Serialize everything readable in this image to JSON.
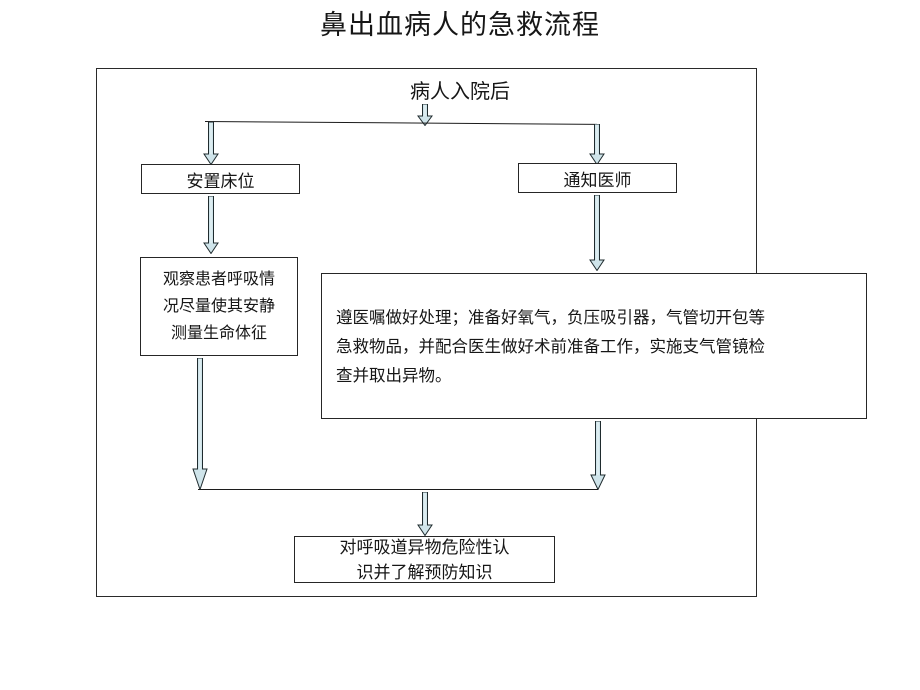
{
  "title": "鼻出血病人的急救流程",
  "flow": {
    "entry": {
      "label": "病人入院后"
    },
    "nodes": [
      {
        "id": "bed",
        "label": "安置床位"
      },
      {
        "id": "notify",
        "label": "通知医师"
      },
      {
        "id": "observe",
        "label": "观察患者呼吸情\n况尽量使其安静\n测量生命体征"
      },
      {
        "id": "orders",
        "label": "遵医嘱做好处理；准备好氧气，负压吸引器，气管切开包等\n急救物品，并配合医生做好术前准备工作，实施支气管镜检\n查并取出异物。"
      },
      {
        "id": "education",
        "label": "对呼吸道异物危险性认\n识并了解预防知识"
      }
    ],
    "connectors": [
      {
        "id": "entry-to-split",
        "from": "entry",
        "to": "split-line-top"
      },
      {
        "id": "split-to-bed",
        "from": "split-line-top",
        "to": "bed"
      },
      {
        "id": "split-to-notify",
        "from": "split-line-top",
        "to": "notify"
      },
      {
        "id": "bed-to-observe",
        "from": "bed",
        "to": "observe"
      },
      {
        "id": "notify-to-orders",
        "from": "notify",
        "to": "orders"
      },
      {
        "id": "observe-to-merge",
        "from": "observe",
        "to": "merge-line-bottom"
      },
      {
        "id": "orders-to-merge",
        "from": "orders",
        "to": "merge-line-bottom"
      },
      {
        "id": "merge-to-education",
        "from": "merge-line-bottom",
        "to": "education"
      }
    ]
  },
  "style": {
    "arrow_fill": "#cfe4ea",
    "arrow_stroke": "#1f2b2e",
    "box_border": "#262626",
    "frame_border": "#2a2a2a",
    "line_color": "#1c1c1c",
    "text_color": "#161616",
    "background": "#ffffff"
  }
}
